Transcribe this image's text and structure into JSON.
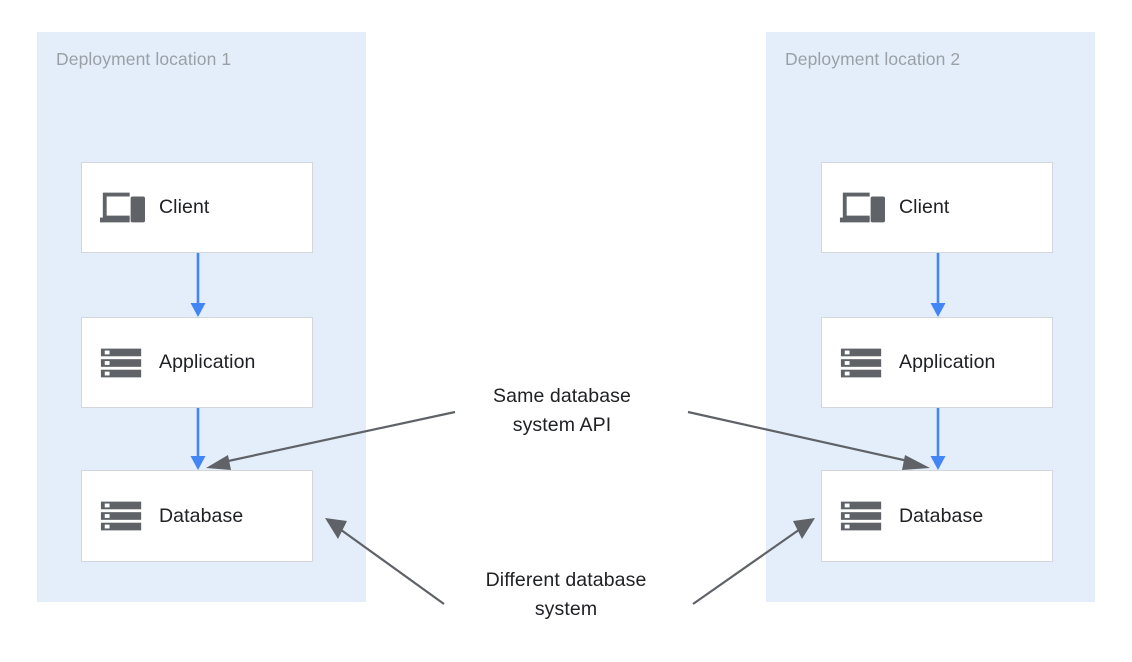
{
  "diagram": {
    "background_color": "#ffffff",
    "zone_fill": "#e4eefa",
    "zone_label_color": "#9aa0a6",
    "node_border_color": "#d3d6da",
    "node_fill": "#ffffff",
    "flow_arrow_color": "#4285f4",
    "annotation_line_color": "#5f6368",
    "text_color": "#202124"
  },
  "zones": [
    {
      "id": "zone-1",
      "label": "Deployment location 1",
      "nodes": [
        {
          "id": "client-1",
          "label": "Client",
          "icon": "devices-icon"
        },
        {
          "id": "application-1",
          "label": "Application",
          "icon": "server-icon"
        },
        {
          "id": "database-1",
          "label": "Database",
          "icon": "server-icon"
        }
      ]
    },
    {
      "id": "zone-2",
      "label": "Deployment location 2",
      "nodes": [
        {
          "id": "client-2",
          "label": "Client",
          "icon": "devices-icon"
        },
        {
          "id": "application-2",
          "label": "Application",
          "icon": "server-icon"
        },
        {
          "id": "database-2",
          "label": "Database",
          "icon": "server-icon"
        }
      ]
    }
  ],
  "flows": [
    {
      "id": "flow-client-1-application-1",
      "from": "client-1",
      "to": "application-1"
    },
    {
      "id": "flow-application-1-database-1",
      "from": "application-1",
      "to": "database-1"
    },
    {
      "id": "flow-client-2-application-2",
      "from": "client-2",
      "to": "application-2"
    },
    {
      "id": "flow-application-2-database-2",
      "from": "application-2",
      "to": "database-2"
    }
  ],
  "annotations": [
    {
      "id": "annotation-same-api",
      "text": "Same database\nsystem API",
      "targets": [
        "database-1",
        "database-2"
      ]
    },
    {
      "id": "annotation-different-system",
      "text": "Different database\nsystem",
      "targets": [
        "database-1",
        "database-2"
      ]
    }
  ]
}
